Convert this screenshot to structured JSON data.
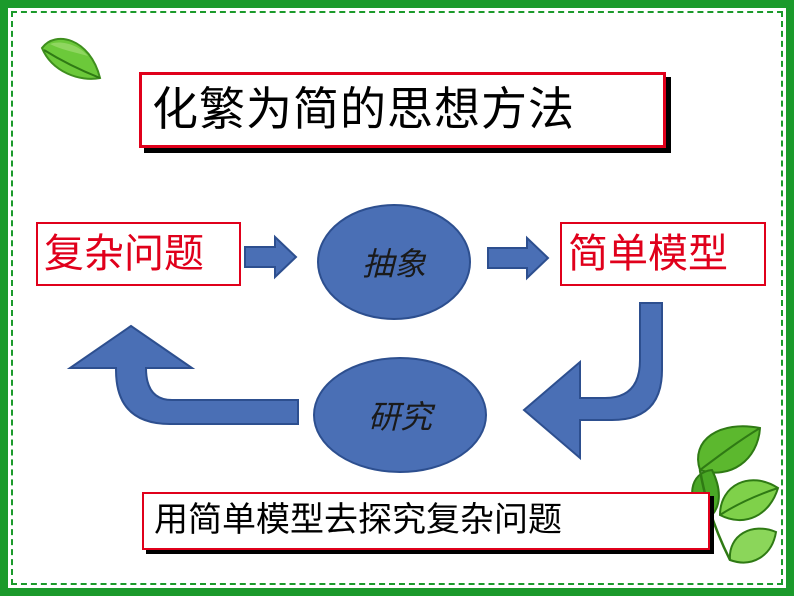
{
  "title": "化繁为简的思想方法",
  "nodes": {
    "complex_problem": "复杂问题",
    "abstraction": "抽象",
    "simple_model": "简单模型",
    "research": "研究"
  },
  "conclusion": "用简单模型去探究复杂问题",
  "colors": {
    "frame": "#1b9a2b",
    "box_border": "#e0001b",
    "shape_fill": "#4a6fb5",
    "shape_stroke": "#2d4f8f",
    "leaf": "#5cb82e"
  },
  "icons": [
    "leaf-icon",
    "leaf-cluster-icon"
  ]
}
